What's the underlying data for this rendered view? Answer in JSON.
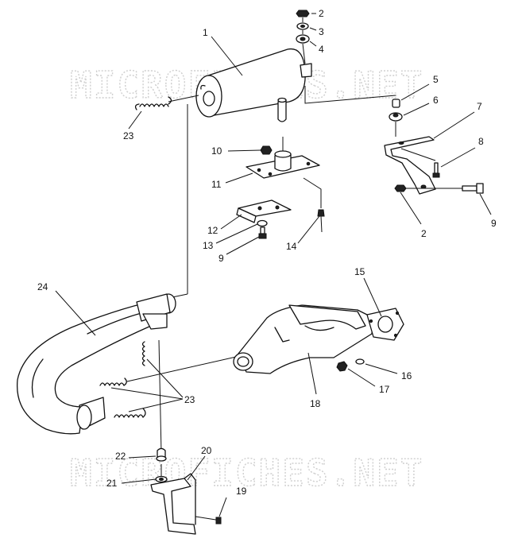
{
  "watermark": "MICROFICHES.NET",
  "callouts": [
    {
      "id": "c1",
      "text": "1"
    },
    {
      "id": "c2a",
      "text": "2"
    },
    {
      "id": "c3",
      "text": "3"
    },
    {
      "id": "c4",
      "text": "4"
    },
    {
      "id": "c5",
      "text": "5"
    },
    {
      "id": "c6",
      "text": "6"
    },
    {
      "id": "c7",
      "text": "7"
    },
    {
      "id": "c8",
      "text": "8"
    },
    {
      "id": "c9a",
      "text": "9"
    },
    {
      "id": "c2b",
      "text": "2"
    },
    {
      "id": "c23a",
      "text": "23"
    },
    {
      "id": "c10",
      "text": "10"
    },
    {
      "id": "c11",
      "text": "11"
    },
    {
      "id": "c12",
      "text": "12"
    },
    {
      "id": "c13",
      "text": "13"
    },
    {
      "id": "c9b",
      "text": "9"
    },
    {
      "id": "c14",
      "text": "14"
    },
    {
      "id": "c15",
      "text": "15"
    },
    {
      "id": "c24",
      "text": "24"
    },
    {
      "id": "c16",
      "text": "16"
    },
    {
      "id": "c17",
      "text": "17"
    },
    {
      "id": "c18",
      "text": "18"
    },
    {
      "id": "c23b",
      "text": "23"
    },
    {
      "id": "c22",
      "text": "22"
    },
    {
      "id": "c20",
      "text": "20"
    },
    {
      "id": "c21",
      "text": "21"
    },
    {
      "id": "c19",
      "text": "19"
    }
  ]
}
